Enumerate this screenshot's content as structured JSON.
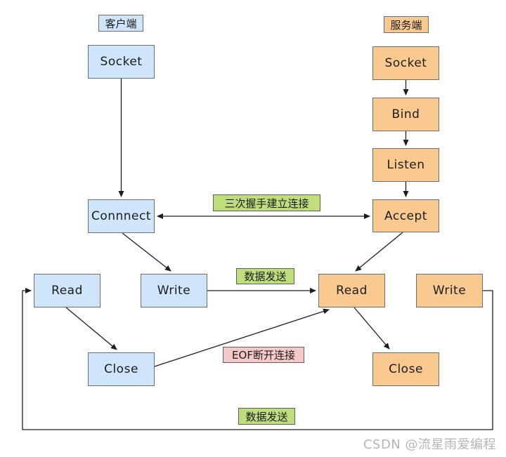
{
  "diagram": {
    "client": {
      "label": "客户端",
      "nodes": {
        "socket": "Socket",
        "connect": "Connnect",
        "read": "Read",
        "write": "Write",
        "close": "Close"
      }
    },
    "server": {
      "label": "服务端",
      "nodes": {
        "socket": "Socket",
        "bind": "Bind",
        "listen": "Listen",
        "accept": "Accept",
        "read": "Read",
        "write": "Write",
        "close": "Close"
      }
    },
    "edge_labels": {
      "handshake": "三次握手建立连接",
      "data_send": "数据发送",
      "eof_close": "EOF断开连接",
      "data_send_bottom": "数据发送"
    },
    "colors": {
      "client_box_fill": "#cfe5fa",
      "server_box_fill": "#f9c98f",
      "green_label_fill": "#bede7d",
      "pink_label_fill": "#f6c9c8",
      "box_border": "#6e6e6e",
      "arrow": "#1e1e1e",
      "watermark_color": "#b5b5b5"
    },
    "watermark": "CSDN @流星雨爱编程"
  }
}
